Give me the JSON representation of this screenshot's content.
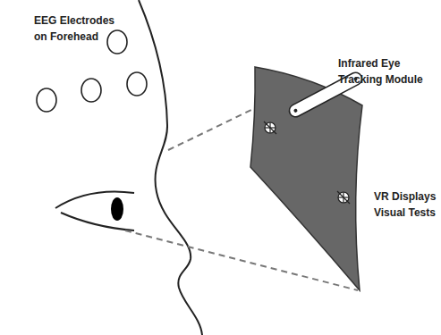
{
  "diagram": {
    "labels": [
      "EEG Electrodes on Forehead",
      "Infrared Eye Tracking Module",
      "VR Displays Visual Tests"
    ]
  }
}
